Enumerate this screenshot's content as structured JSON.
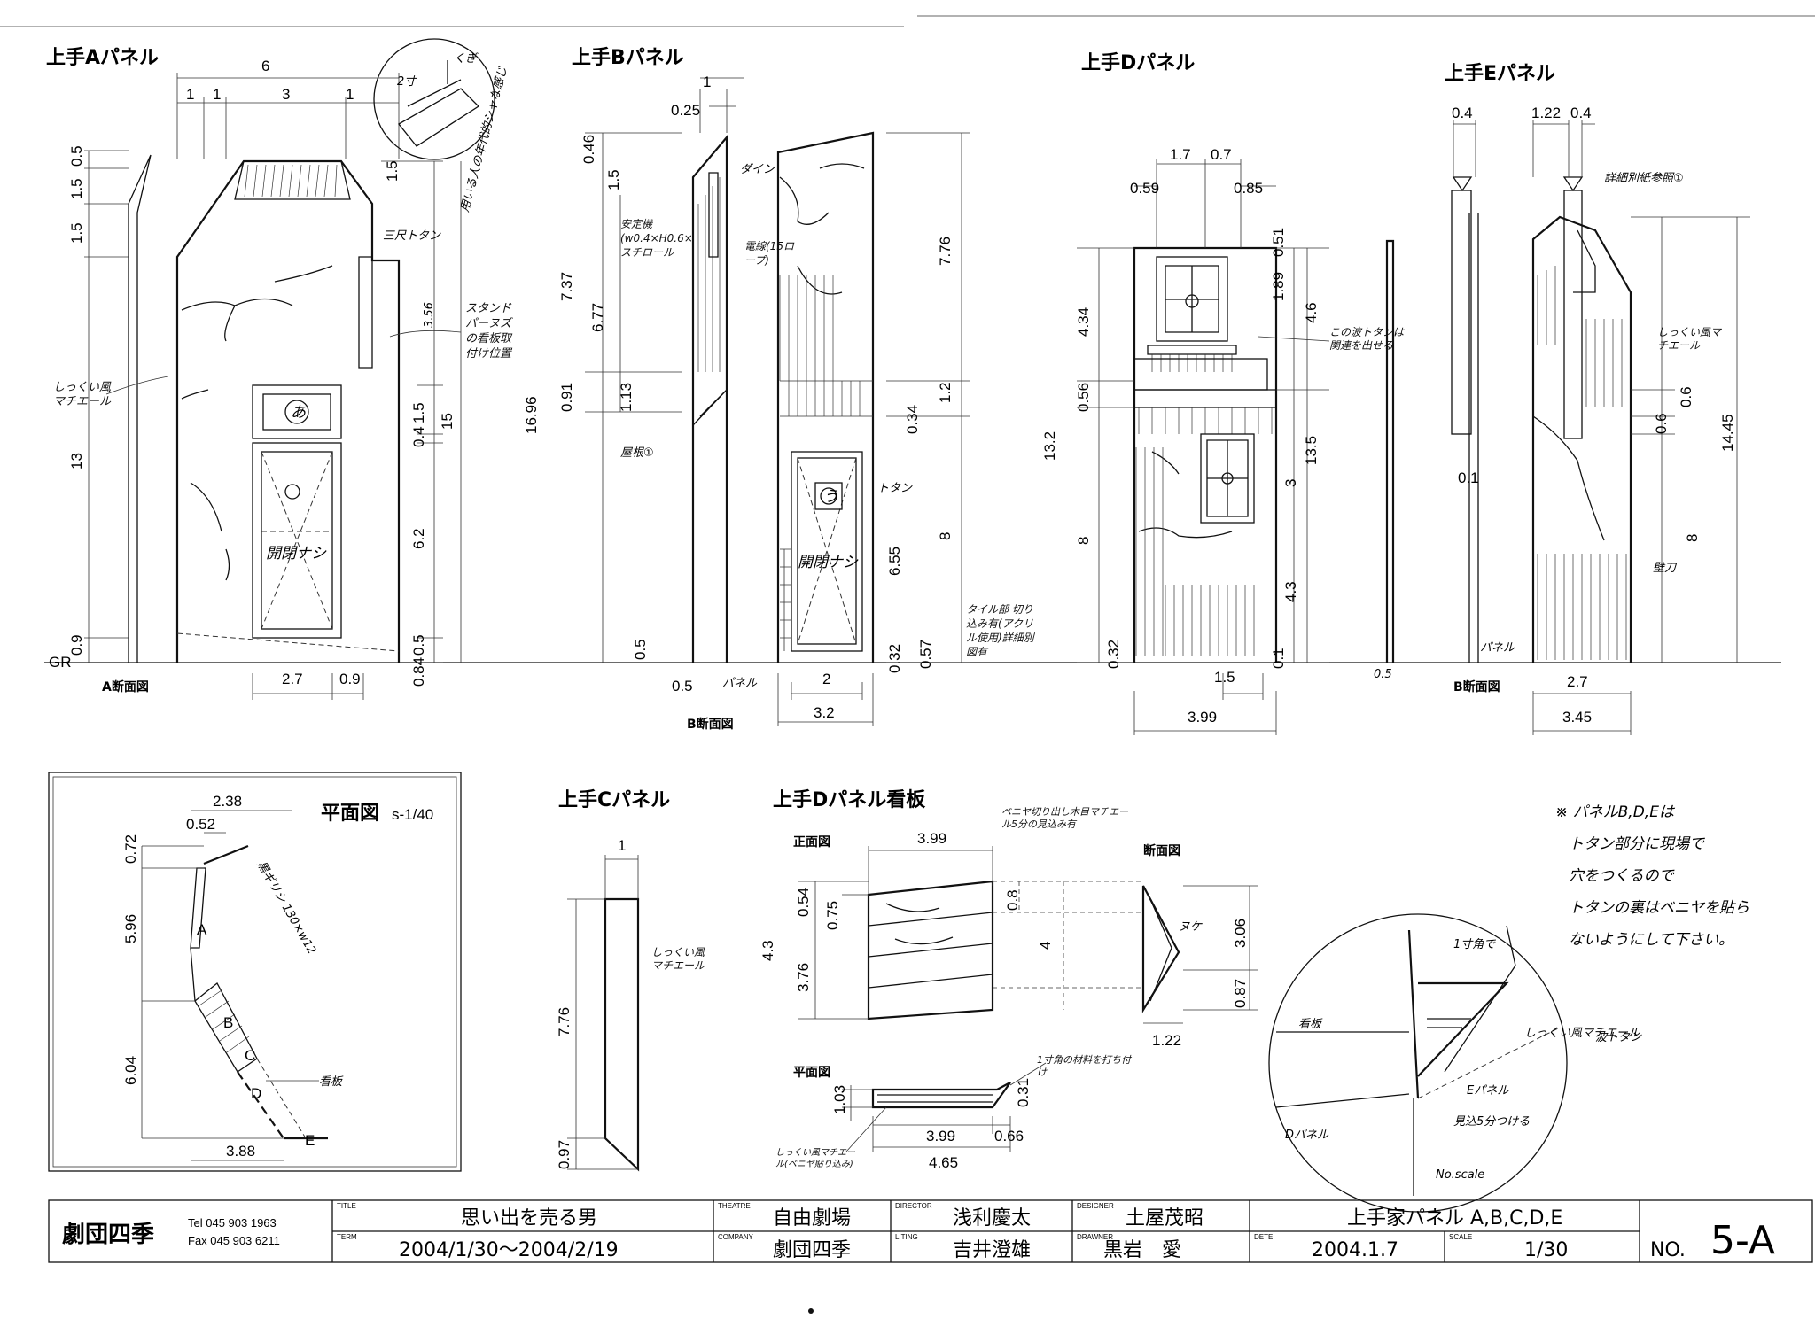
{
  "panels": {
    "a": {
      "title": "上手Aパネル",
      "section": "A断面図",
      "gr": "GR",
      "dims_h": [
        "6",
        "1",
        "1",
        "3",
        "1",
        "2.7",
        "0.9"
      ],
      "dims_v": [
        "0.5",
        "1.5",
        "1.5",
        "13",
        "0.9",
        "1.5",
        "0.4",
        "15",
        "6.2",
        "0.5",
        "0.84"
      ],
      "notes": {
        "tatami": "2寸",
        "kugi": "くぎ",
        "pattern": "用いる人の年代的シャな感じ",
        "totan": "三尺トタン",
        "stand": "スタンドパーヌズの看板取付け位置",
        "stucco": "しっくい風マチエール",
        "sign": "あ",
        "door": "開閉ナシ",
        "small": "3.56"
      }
    },
    "b": {
      "title": "上手Bパネル",
      "section": "B断面図",
      "dims_h": [
        "1",
        "0.25",
        "0.5",
        "2",
        "3.2"
      ],
      "dims_v": [
        "0.46",
        "1.5",
        "7.37",
        "6.77",
        "16.96",
        "0.91",
        "1.13",
        "7.76",
        "1.2",
        "0.34",
        "8",
        "6.55",
        "0.5",
        "0.32",
        "0.57"
      ],
      "notes": {
        "stabilizer": "安定機(w0.4×H0.6×D0.2)スチロール",
        "wire": "電線(15ロープ)",
        "drain": "ダイン",
        "roof": "屋根①",
        "panel": "パネル",
        "tile": "タイル部 切り込み有(アクリル使用)詳細別図有",
        "totan": "トタン",
        "sign": "う",
        "door": "開閉ナシ"
      }
    },
    "c": {
      "title": "上手Cパネル",
      "dims": [
        "1",
        "7.76",
        "0.97"
      ],
      "notes": {
        "stucco": "しっくい風マチエール"
      }
    },
    "d": {
      "title": "上手Dパネル",
      "dims_h": [
        "1.7",
        "0.7",
        "0.59",
        "0.85",
        "1.5",
        "3.99",
        "0.5"
      ],
      "dims_v": [
        "4.34",
        "1.89",
        "0.51",
        "4.6",
        "0.56",
        "13.2",
        "13.5",
        "3",
        "8",
        "4.3",
        "0.32",
        "0.1"
      ],
      "notes": {
        "totan": "この波トタンは関連を出せる"
      }
    },
    "e": {
      "title": "上手Eパネル",
      "section": "B断面図",
      "dims_h": [
        "0.4",
        "1.22",
        "0.4",
        "2.7",
        "3.45"
      ],
      "dims_v": [
        "0.6",
        "0.6",
        "14.45",
        "0.1",
        "8"
      ],
      "notes": {
        "detail": "詳細別紙参照①",
        "stucco": "しっくい風マチエール",
        "wall": "壁刀",
        "panel": "パネル"
      }
    }
  },
  "plan": {
    "title": "平面図",
    "scale": "s-1/40",
    "dims": [
      "2.38",
      "0.52",
      "0.72",
      "5.96",
      "6.04",
      "3.88"
    ],
    "labels": [
      "A",
      "B",
      "C",
      "D",
      "E"
    ],
    "kanban": "看板",
    "note": "黒ギリシ 130×w12"
  },
  "sign_panel": {
    "title": "上手Dパネル看板",
    "front": "正面図",
    "section": "断面図",
    "plan": "平面図",
    "dims": [
      "3.99",
      "0.54",
      "0.75",
      "4.3",
      "3.76",
      "0.8",
      "4",
      "3.06",
      "0.87",
      "1.22",
      "1.03",
      "3.99",
      "0.66",
      "0.31",
      "4.65"
    ],
    "notes": {
      "cut": "ベニヤ切り出し木目マチエール5分の見込み有",
      "nuki": "ヌケ",
      "fix": "1寸角の材料を打ち付け",
      "stucco": "しっくい風マチエール(ベニヤ貼り込み)"
    }
  },
  "detail": {
    "tsuno": "1寸角で",
    "kanban": "看板",
    "epanel": "Eパネル",
    "dpanel": "Dパネル",
    "stucco": "しっくい風マチエール",
    "totan": "波トタン",
    "mikomi": "見込5分つける",
    "noscale": "No.scale"
  },
  "note": {
    "line1": "※ パネルB,D,Eは",
    "line2": "トタン部分に現場で",
    "line3": "穴をつくるので",
    "line4": "トタンの裏はベニヤを貼ら",
    "line5": "ないようにして下さい。"
  },
  "title_block": {
    "company_name": "劇団四季",
    "tel": "Tel 045 903 1963",
    "fax": "Fax 045 903 6211",
    "title_label": "TITLE",
    "title": "思い出を売る男",
    "term_label": "TERM",
    "term": "2004/1/30〜2004/2/19",
    "theatre_label": "THEATRE",
    "theatre": "自由劇場",
    "company_label": "COMPANY",
    "company": "劇団四季",
    "director_label": "DIRECTOR",
    "director": "浅利慶太",
    "lighting_label": "LITING",
    "lighting": "吉井澄雄",
    "designer_label": "DESIGNER",
    "designer": "土屋茂昭",
    "drawner_label": "DRAWNER",
    "drawner": "黒岩　愛",
    "sheet_title": "上手家パネル A,B,C,D,E",
    "date_label": "DETE",
    "date": "2004.1.7",
    "scale_label": "SCALE",
    "scale": "1/30",
    "no_label": "NO.",
    "no": "5-A"
  }
}
